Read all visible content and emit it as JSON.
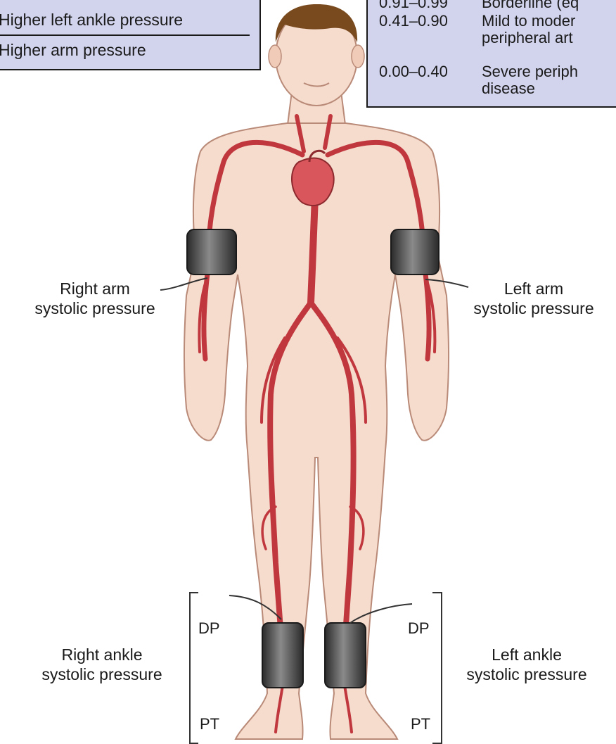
{
  "formula_box": {
    "line1": "Higher left ankle pressure",
    "line2": "Higher arm pressure"
  },
  "legend": {
    "rows": [
      {
        "range": "0.91–0.99",
        "desc": "Borderline (eq"
      },
      {
        "range": "0.41–0.90",
        "desc": "Mild to moder",
        "desc2": "peripheral art"
      },
      {
        "range": "0.00–0.40",
        "desc": "Severe periph",
        "desc2": "disease"
      }
    ]
  },
  "labels": {
    "right_arm": [
      "Right arm",
      "systolic pressure"
    ],
    "left_arm": [
      "Left arm",
      "systolic pressure"
    ],
    "right_ankle": [
      "Right ankle",
      "systolic pressure"
    ],
    "left_ankle": [
      "Left ankle",
      "systolic pressure"
    ],
    "dp": "DP",
    "pt": "PT"
  },
  "colors": {
    "skin": "#f6dccd",
    "skin_shadow": "#e6b8a3",
    "artery": "#c1373e",
    "artery_light": "#e26a6a",
    "hair": "#7a4a1f",
    "cuff": "#4a4a4a",
    "box_fill": "#d2d4ee"
  }
}
